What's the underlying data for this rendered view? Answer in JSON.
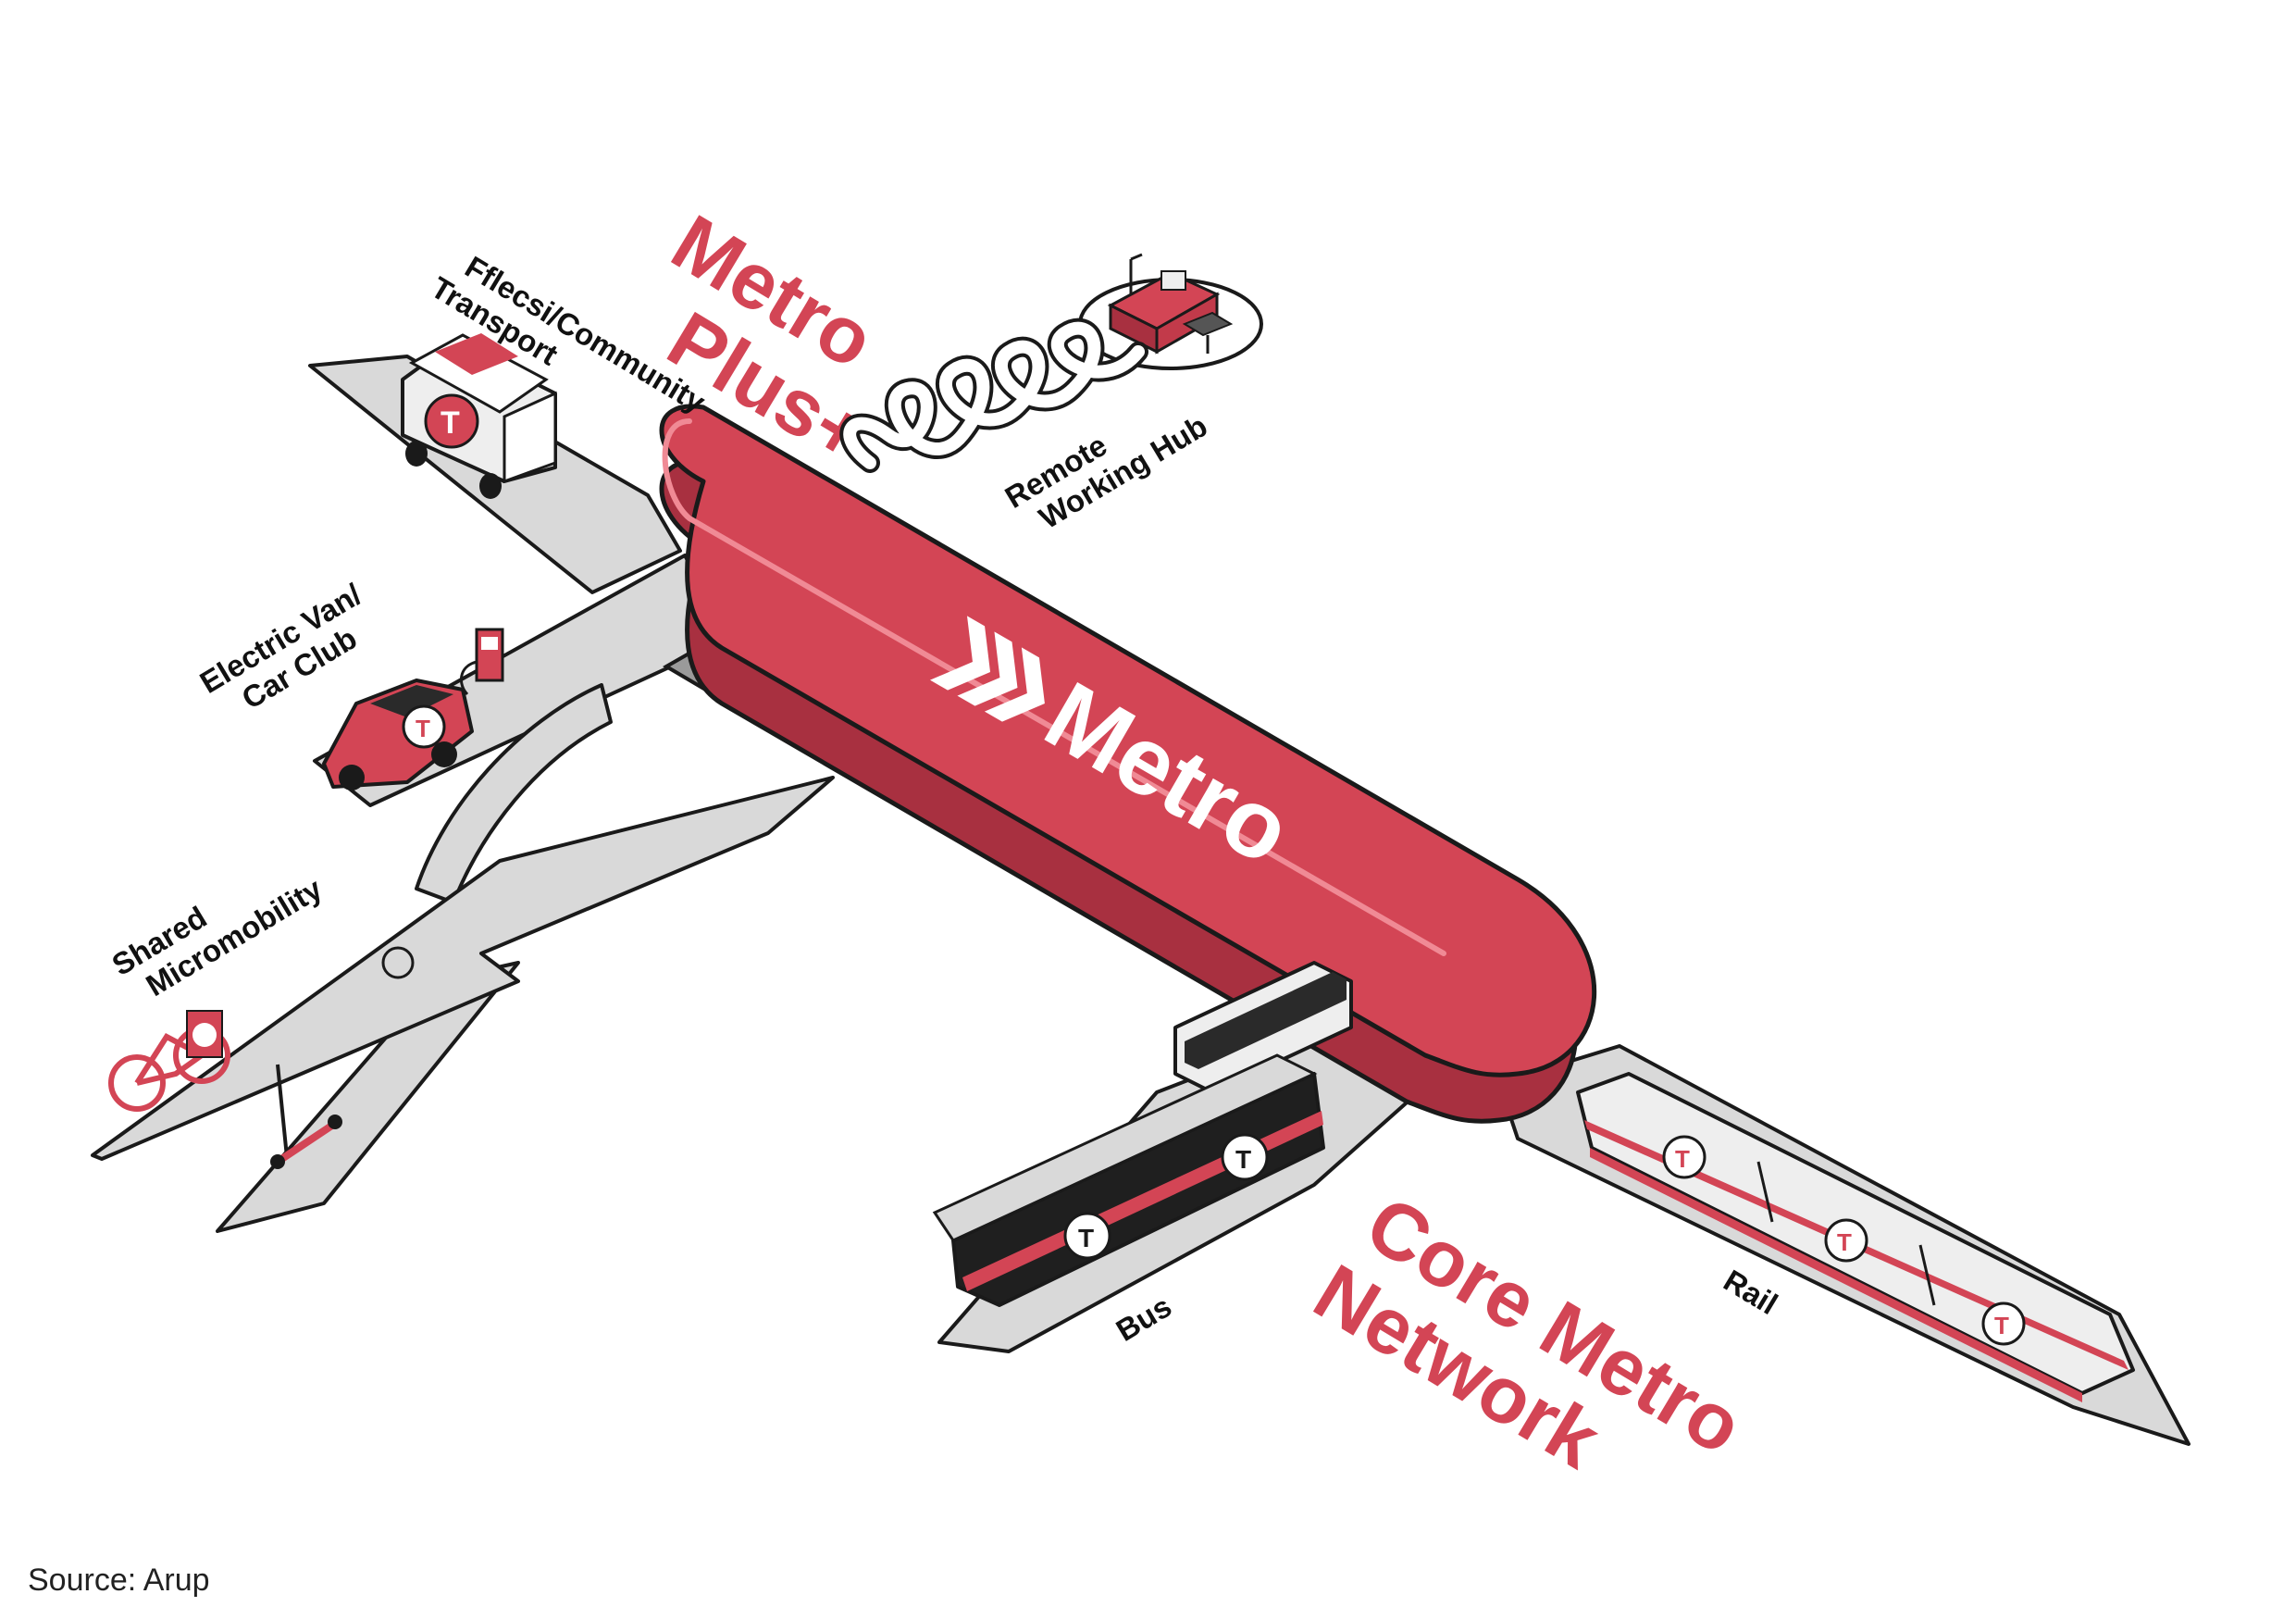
{
  "brand": {
    "logo_text": "Metro",
    "logo_icon": "triple-chevron-icon",
    "badge_letter": "T"
  },
  "headings": {
    "metro_plus": [
      "Metro",
      "Plus+"
    ],
    "core_network": [
      "Core Metro",
      "Network"
    ]
  },
  "labels": {
    "fflecsi": [
      "Fflecsi/Community",
      "Transport"
    ],
    "remote_hub": [
      "Remote",
      "Working Hub"
    ],
    "electric_van": [
      "Electric Van/",
      "Car Club"
    ],
    "micromobility": [
      "Shared",
      "Micromobility"
    ],
    "bus": "Bus",
    "rail": "Rail"
  },
  "source": "Source: Arup",
  "colors": {
    "accent": "#d34555",
    "accent_dark": "#a83040",
    "steel": "#d9d9d9",
    "steel_dark": "#9a9a9a",
    "outline": "#1a1a1a"
  }
}
